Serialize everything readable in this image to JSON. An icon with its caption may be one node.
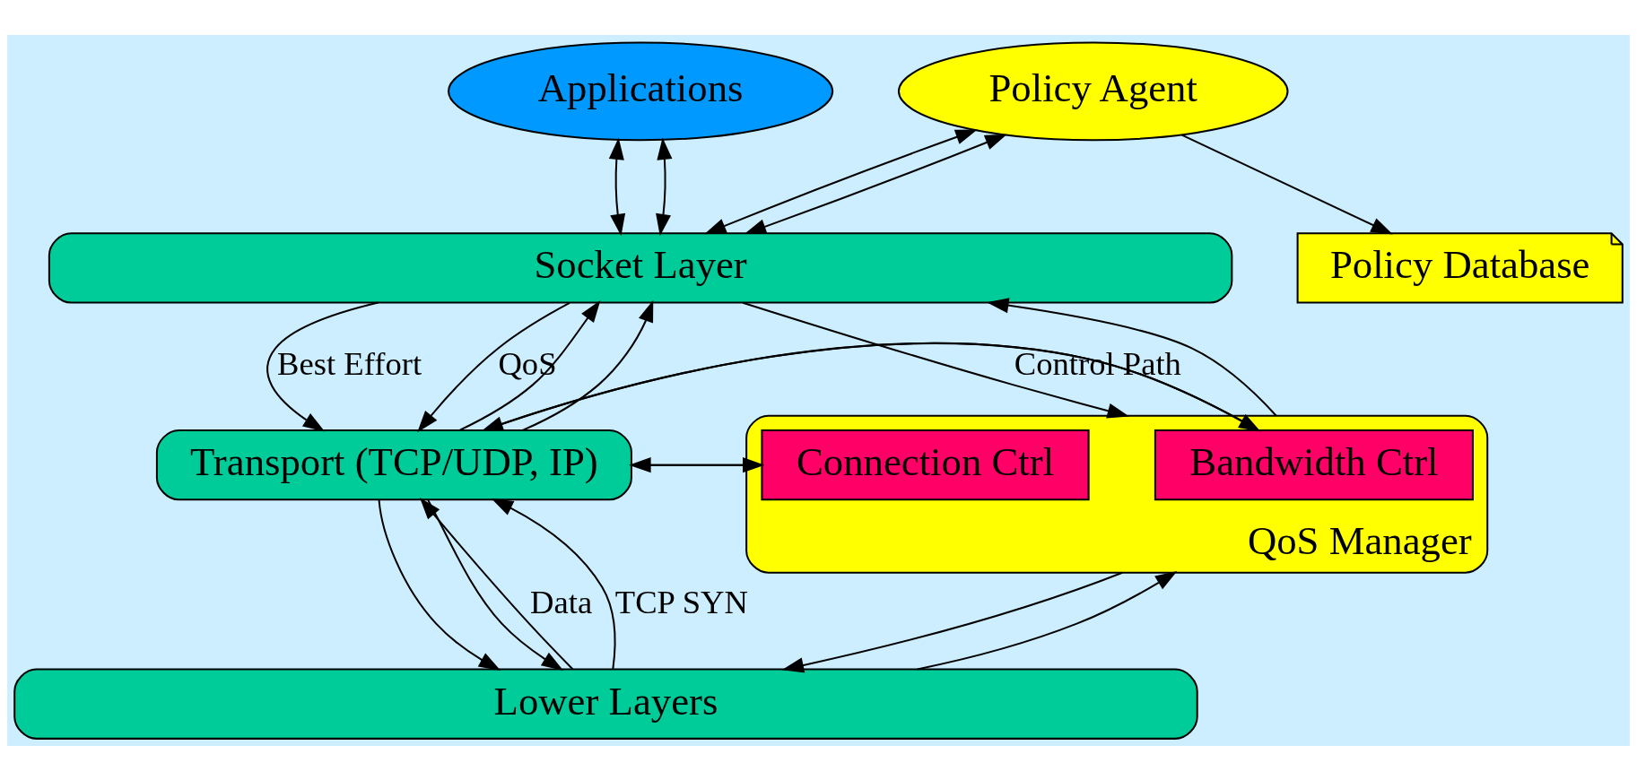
{
  "diagram": {
    "nodes": [
      {
        "text": [
          "Applications"
        ]
      },
      {
        "text": [
          "Policy Agent"
        ]
      },
      {
        "text": [
          "Policy Database"
        ]
      },
      {
        "text": [
          "Socket Layer"
        ]
      },
      {
        "text": [
          "Transport (TCP/UDP, IP)"
        ]
      },
      {
        "text": [
          "QoS Manager"
        ]
      },
      {
        "text": [
          "Bandwidth Ctrl"
        ],
        "in": 5
      },
      {
        "text": [
          "Connection Ctrl"
        ],
        "in": 5
      },
      {
        "text": [
          "Lower Layers"
        ]
      }
    ],
    "edges": [
      {
        "from": 0,
        "to": 3,
        "arrow": "both"
      },
      {
        "from": 0,
        "to": 3,
        "arrow": "both"
      },
      {
        "from": 1,
        "to": 2,
        "arrow": "to"
      },
      {
        "from": 1,
        "to": 3,
        "arrow": "both"
      },
      {
        "from": 1,
        "to": 3,
        "arrow": "both"
      },
      {
        "from": 3,
        "to": 4,
        "arrow": "to",
        "label": "Best Effort"
      },
      {
        "from": 3,
        "to": 4,
        "arrow": "to",
        "label": "QoS"
      },
      {
        "from": 4,
        "to": 6,
        "arrow": "to"
      },
      {
        "from": 6,
        "to": 4,
        "arrow": "to"
      },
      {
        "from": 4,
        "to": 8,
        "arrow": "to"
      },
      {
        "from": 4,
        "to": 8,
        "arrow": "to"
      },
      {
        "from": 8,
        "to": 4,
        "arrow": "to",
        "label": "Data"
      },
      {
        "from": 4,
        "to": 3,
        "arrow": "to"
      },
      {
        "from": 8,
        "to": 4,
        "arrow": "to",
        "label": "TCP SYN"
      },
      {
        "from": 4,
        "to": 3,
        "arrow": "to"
      },
      {
        "from": 7,
        "to": 4,
        "arrow": "to"
      },
      {
        "from": 4,
        "to": 7,
        "arrow": "to"
      },
      {
        "from": 3,
        "to": 5,
        "arrow": "to",
        "label": "Control Path"
      },
      {
        "from": 5,
        "to": 3,
        "arrow": "to"
      },
      {
        "from": 5,
        "to": 8,
        "arrow": "to"
      },
      {
        "from": 8,
        "to": 5,
        "arrow": "to"
      }
    ]
  }
}
